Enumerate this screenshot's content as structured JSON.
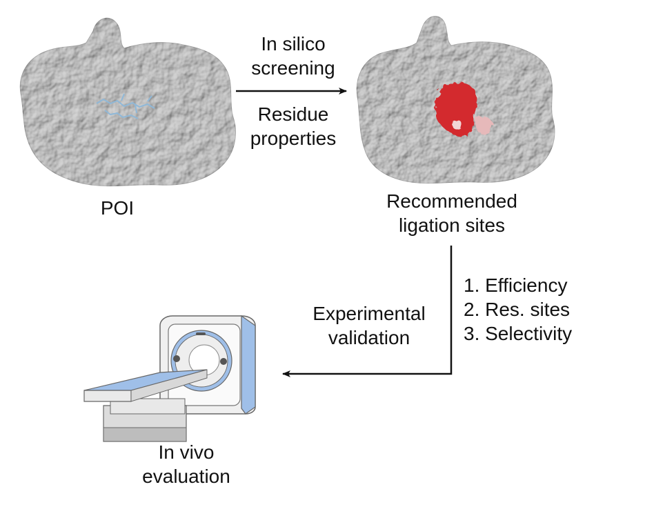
{
  "diagram": {
    "poi_label": "POI",
    "screening_line1": "In silico",
    "screening_line2": "screening",
    "residue_line1": "Residue",
    "residue_line2": "properties",
    "recommended_line1": "Recommended",
    "recommended_line2": "ligation sites",
    "criteria": [
      "1. Efficiency",
      "2. Res. sites",
      "3. Selectivity"
    ],
    "validation_line1": "Experimental",
    "validation_line2": "validation",
    "invivo_line1": "In vivo",
    "invivo_line2": "evaluation"
  },
  "colors": {
    "protein_surface": "#d9d9d9",
    "binding_site": "#d32a2e",
    "ligand": "#8fb8d8",
    "scanner_accent": "#9fbfe8",
    "arrow": "#111111"
  }
}
